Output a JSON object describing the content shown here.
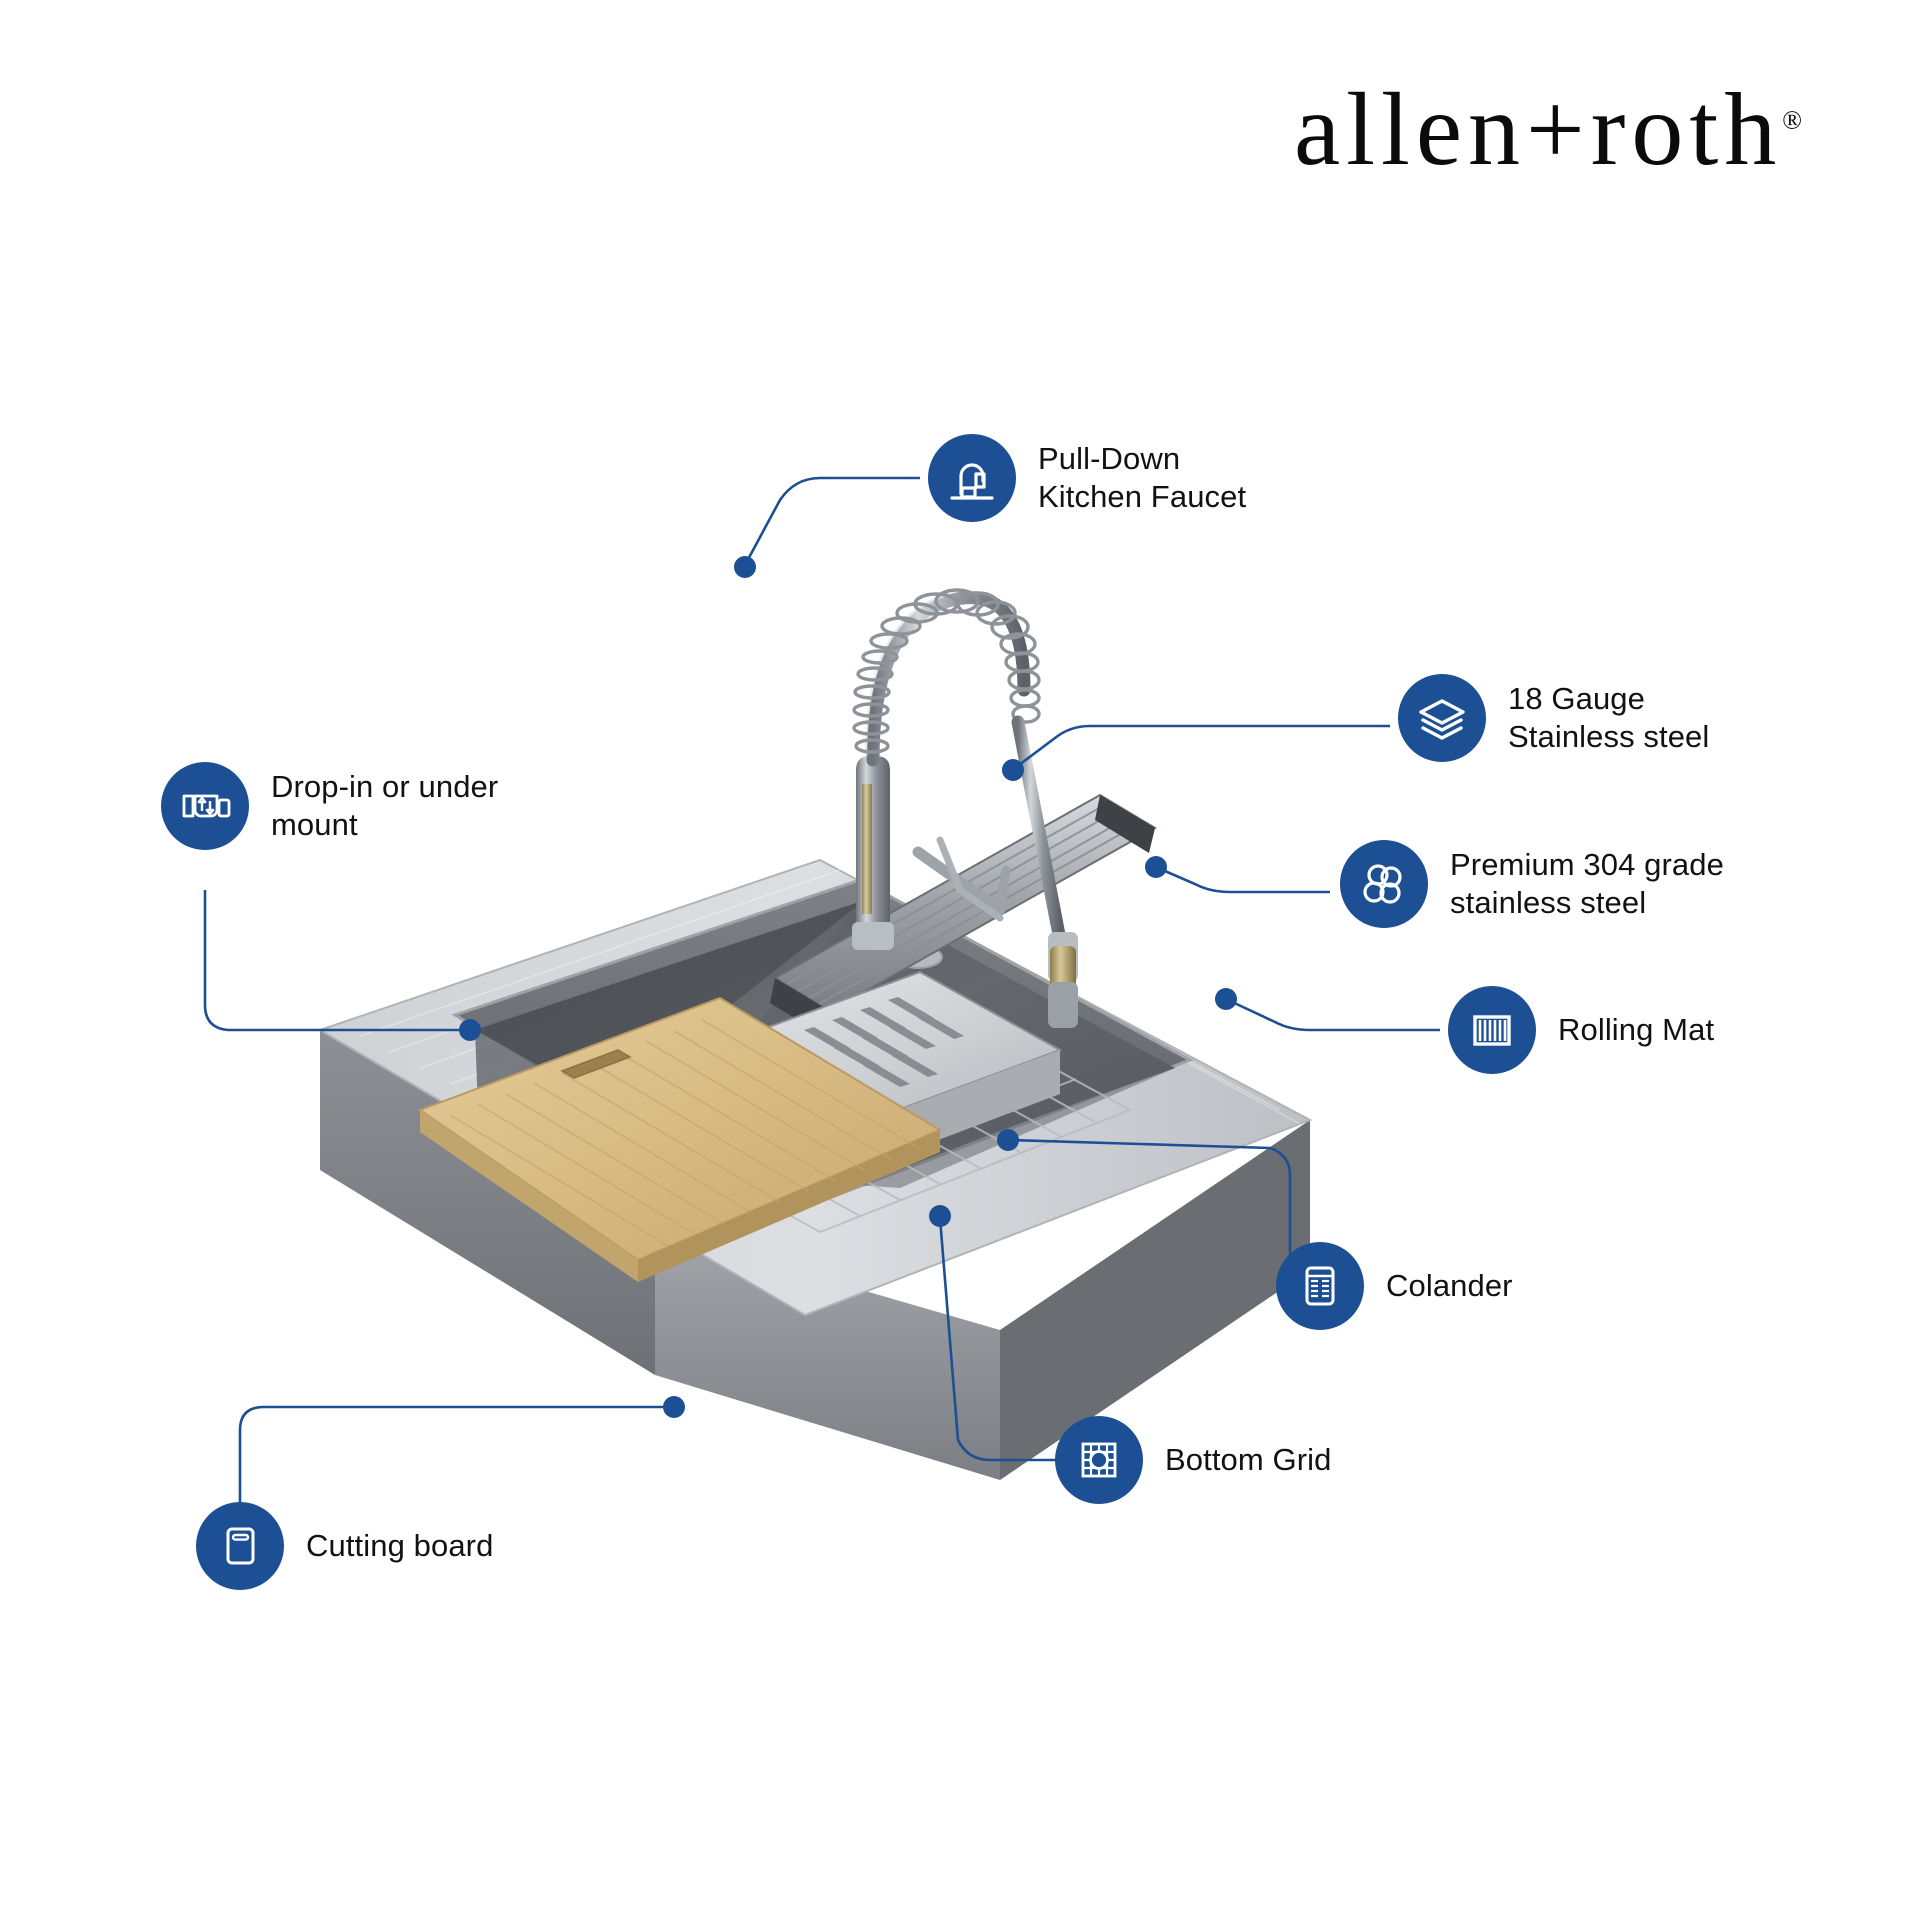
{
  "brand": {
    "name": "allen+roth",
    "trademark": "®"
  },
  "accent_color": "#1c4f93",
  "background_color": "#ffffff",
  "text_color": "#121212",
  "product": {
    "type": "stainless-steel-workstation-kitchen-sink",
    "basin_color": "#b9bcc0",
    "deck_color": "#c6c9cc",
    "cutting_board_color": "#d7bb85",
    "faucet_color": "#9aa0a6"
  },
  "callouts": [
    {
      "id": "pull-down-kitchen-faucet",
      "label": "Pull-Down\nKitchen Faucet",
      "icon": "faucet-icon",
      "side": "right"
    },
    {
      "id": "18-gauge-stainless-steel",
      "label": "18 Gauge\nStainless steel",
      "icon": "layers-icon",
      "side": "right"
    },
    {
      "id": "premium-304-grade-stainless-steel",
      "label": "Premium 304 grade\nstainless steel",
      "icon": "circles-cluster-icon",
      "side": "right"
    },
    {
      "id": "rolling-mat",
      "label": "Rolling Mat",
      "icon": "rolling-mat-icon",
      "side": "right"
    },
    {
      "id": "colander",
      "label": "Colander",
      "icon": "colander-icon",
      "side": "right"
    },
    {
      "id": "bottom-grid",
      "label": "Bottom Grid",
      "icon": "bottom-grid-icon",
      "side": "right"
    },
    {
      "id": "drop-in-or-under-mount",
      "label": "Drop-in or under\nmount",
      "icon": "mount-type-icon",
      "side": "right"
    },
    {
      "id": "cutting-board",
      "label": "Cutting board",
      "icon": "cutting-board-icon",
      "side": "right"
    }
  ]
}
